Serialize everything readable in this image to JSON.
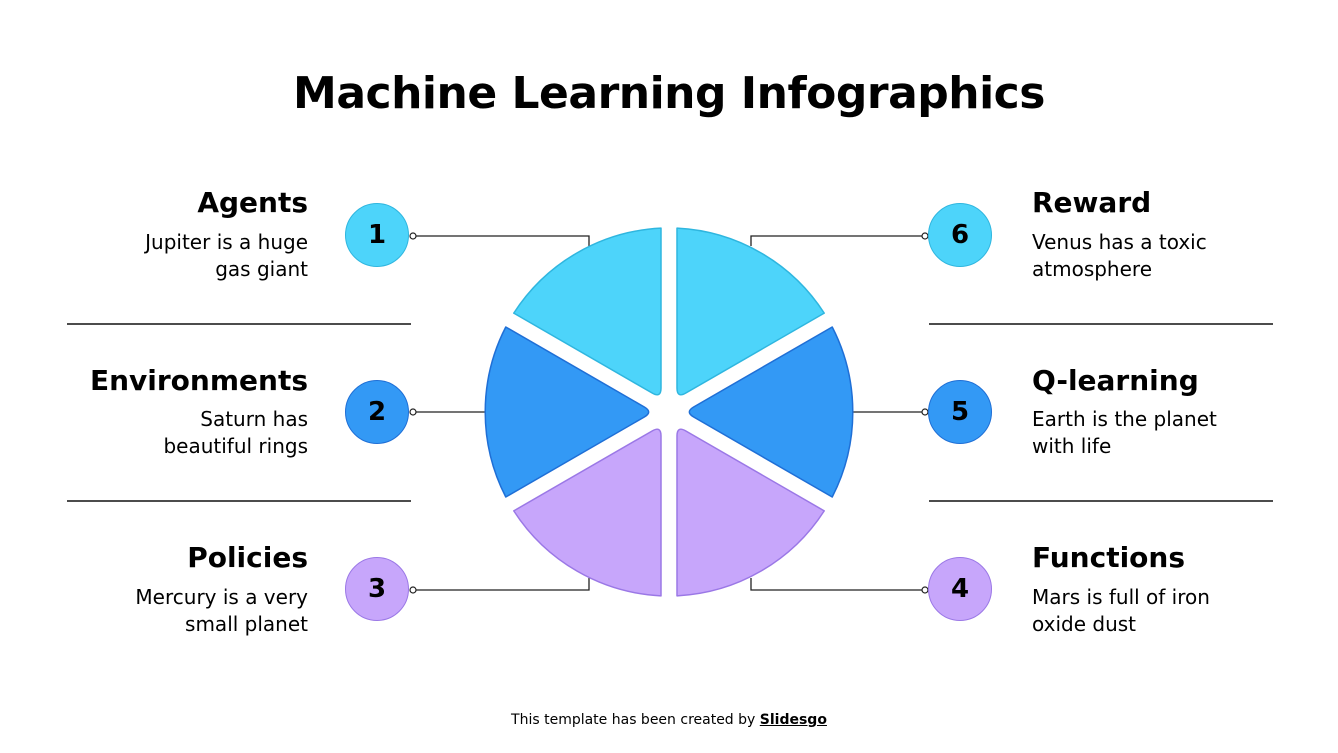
{
  "title": "Machine Learning Infographics",
  "colors": {
    "cyan": "#4dd4fa",
    "cyan_stroke": "#2fb6df",
    "blue": "#3399f5",
    "blue_stroke": "#1f6fd6",
    "lavender": "#c7a6fb",
    "lavender_stroke": "#9b78e6"
  },
  "items": [
    {
      "number": "1",
      "heading": "Agents",
      "text_line1": "Jupiter is a huge",
      "text_line2": "gas giant",
      "color": "cyan"
    },
    {
      "number": "2",
      "heading": "Environments",
      "text_line1": "Saturn has",
      "text_line2": "beautiful rings",
      "color": "blue"
    },
    {
      "number": "3",
      "heading": "Policies",
      "text_line1": "Mercury is a very",
      "text_line2": "small planet",
      "color": "lavender"
    },
    {
      "number": "4",
      "heading": "Functions",
      "text_line1": "Mars is full of iron",
      "text_line2": "oxide dust",
      "color": "lavender"
    },
    {
      "number": "5",
      "heading": "Q-learning",
      "text_line1": "Earth is the planet",
      "text_line2": "with life",
      "color": "blue"
    },
    {
      "number": "6",
      "heading": "Reward",
      "text_line1": "Venus has a toxic",
      "text_line2": "atmosphere",
      "color": "cyan"
    }
  ],
  "footer": {
    "prefix": "This template has been created by ",
    "brand": "Slidesgo"
  }
}
